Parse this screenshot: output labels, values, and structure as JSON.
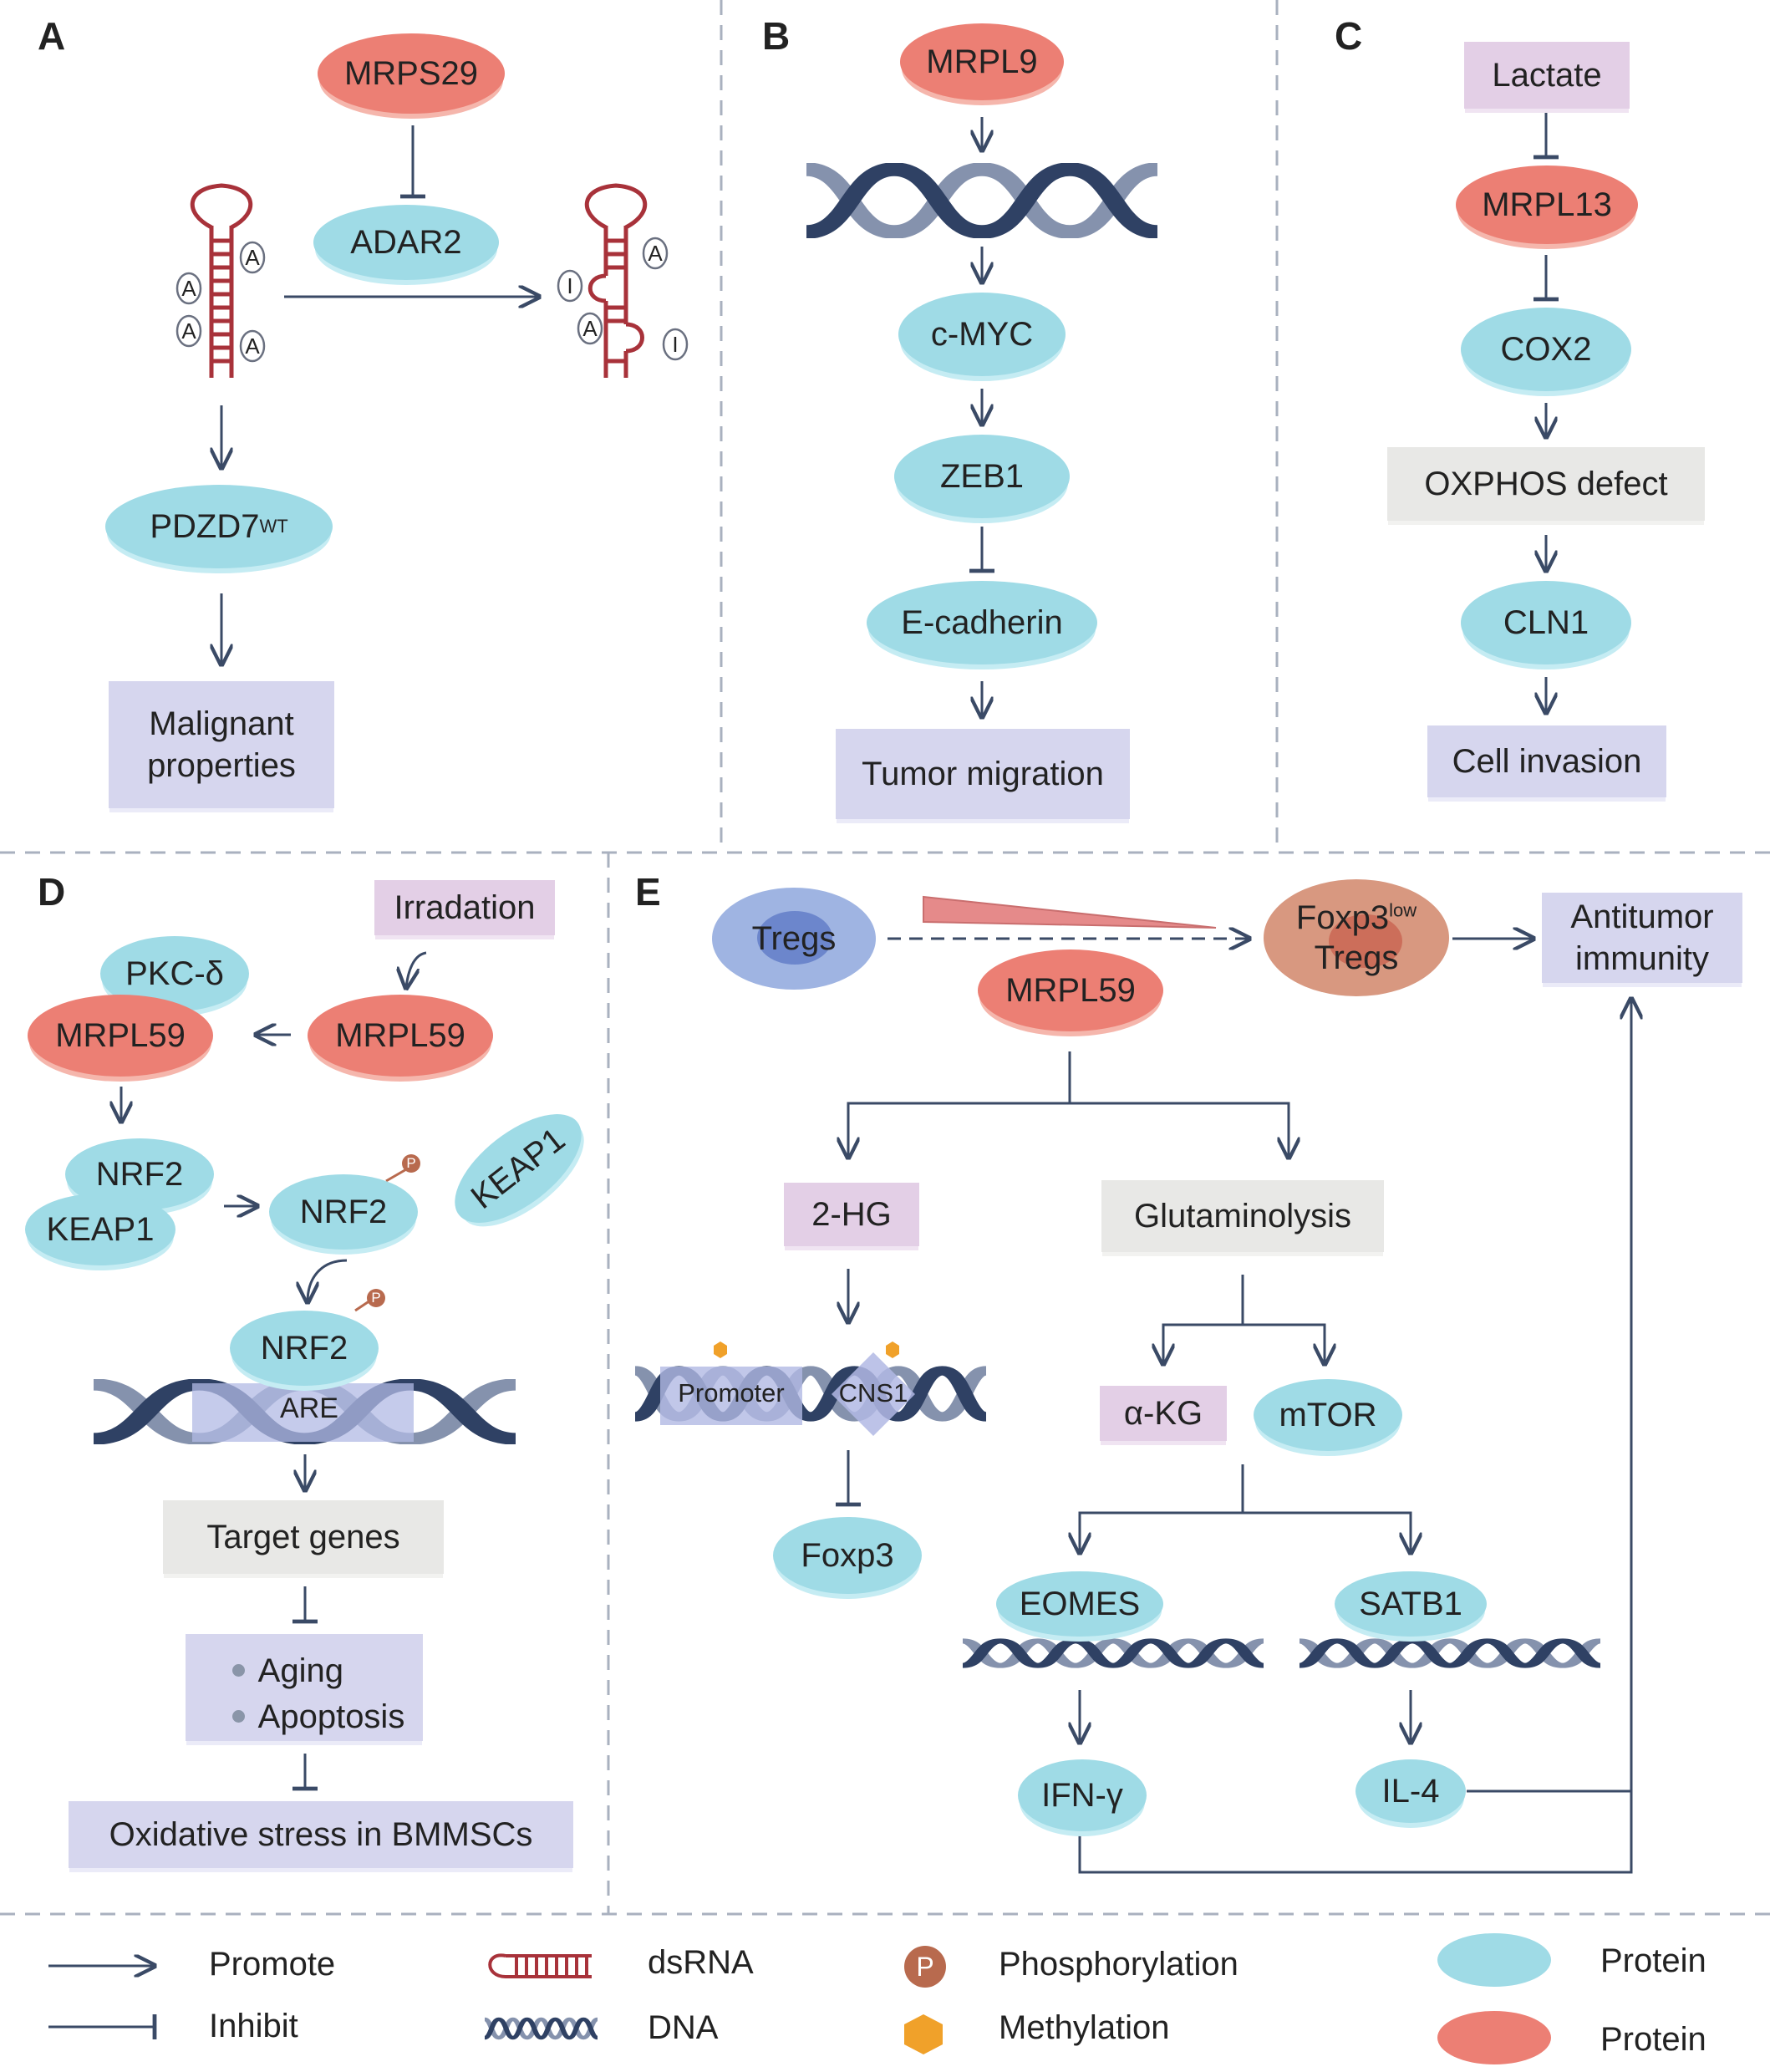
{
  "panels": {
    "a": "A",
    "b": "B",
    "c": "C",
    "d": "D",
    "e": "E"
  },
  "panel_a": {
    "mrps29": "MRPS29",
    "adar2": "ADAR2",
    "pdzd7": "PDZD7",
    "pdzd7_sup": "WT",
    "malignant": "Malignant properties",
    "base_a": "A",
    "base_i": "I"
  },
  "panel_b": {
    "mrpl9": "MRPL9",
    "cmyc": "c-MYC",
    "zeb1": "ZEB1",
    "ecadherin": "E-cadherin",
    "tumor_migration": "Tumor migration"
  },
  "panel_c": {
    "lactate": "Lactate",
    "mrpl13": "MRPL13",
    "cox2": "COX2",
    "oxphos": "OXPHOS defect",
    "cln1": "CLN1",
    "cell_invasion": "Cell invasion"
  },
  "panel_d": {
    "irradiation": "Irradation",
    "pkc": "PKC-δ",
    "mrpl59_left": "MRPL59",
    "mrpl59_right": "MRPL59",
    "nrf2_a": "NRF2",
    "keap1_a": "KEAP1",
    "nrf2_b": "NRF2",
    "keap1_b": "KEAP1",
    "nrf2_c": "NRF2",
    "are": "ARE",
    "target_genes": "Target genes",
    "aging": "Aging",
    "apoptosis": "Apoptosis",
    "oxidative": "Oxidative stress in BMMSCs",
    "p": "P"
  },
  "panel_e": {
    "tregs": "Tregs",
    "foxp3_low": "Foxp3",
    "foxp3_low_sup": "low",
    "foxp3_tregs": "Tregs",
    "antitumor": "Antitumor immunity",
    "mrpl59": "MRPL59",
    "hg2": "2-HG",
    "glutaminolysis": "Glutaminolysis",
    "promoter": "Promoter",
    "cns1": "CNS1",
    "foxp3": "Foxp3",
    "akg": "α-KG",
    "mtor": "mTOR",
    "eomes": "EOMES",
    "satb1": "SATB1",
    "ifng": "IFN-γ",
    "il4": "IL-4"
  },
  "legend": {
    "promote": "Promote",
    "inhibit": "Inhibit",
    "dsrna": "dsRNA",
    "dna": "DNA",
    "phosphorylation": "Phosphorylation",
    "methylation": "Methylation",
    "protein_blue": "Protein",
    "protein_red": "Protein",
    "p": "P"
  },
  "colors": {
    "protein_blue": "#9fdbe6",
    "protein_red": "#ec7f74",
    "arrow": "#3a4a66",
    "dsrna": "#a8323a",
    "dna_dark": "#2f4164",
    "dna_light": "#8592ad",
    "phospho": "#b86a4e",
    "methyl": "#f0a12a"
  }
}
